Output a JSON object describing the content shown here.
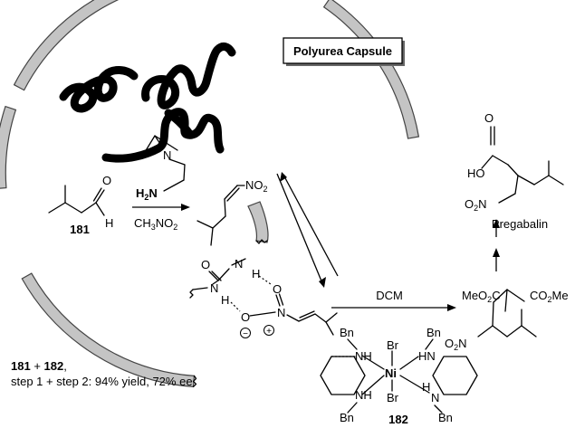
{
  "capsule": {
    "label": "Polyurea Capsule"
  },
  "labels": {
    "amine": "H2N",
    "amine_n": "N",
    "nitroalkene_group": "NO2",
    "aldehyde_o": "O",
    "aldehyde_h": "H",
    "compound_181": "181",
    "compound_182": "182",
    "reagent": "CH3NO2",
    "nh_top": "N",
    "h_top": "H",
    "o_urea": "O",
    "nh_bottom": "N",
    "h_bottom": "H",
    "o_nitro_top": "O",
    "n_nitro": "N",
    "o_nitro_bottom": "O",
    "plus": "+",
    "minus": "−",
    "solvent": "DCM",
    "adduct_left_ester": "MeO2C",
    "adduct_right_ester": "CO2Me",
    "adduct_nitro": "O2N",
    "pregabalin_ho": "HO",
    "pregabalin_o": "O",
    "pregabalin_nitro": "O2N",
    "pregabalin": "Pregabalin",
    "catalyst_bn1": "Bn",
    "catalyst_nh1": "NH",
    "catalyst_br1": "Br",
    "catalyst_ni": "Ni",
    "catalyst_br2": "Br",
    "catalyst_nh2": "NH",
    "catalyst_bn2": "Bn",
    "catalyst_bn3": "Bn",
    "catalyst_hn3": "HN",
    "catalyst_n4": "N",
    "catalyst_h4": "H",
    "catalyst_bn4": "Bn"
  },
  "result": {
    "line1_a": "181",
    "line1_plus": " + ",
    "line1_b": "182",
    "line1_comma": ",",
    "line2": "step 1 + step 2: 94% yield, 72% ee"
  },
  "colors": {
    "shell": "#c4c4c4",
    "ink": "#000000"
  }
}
